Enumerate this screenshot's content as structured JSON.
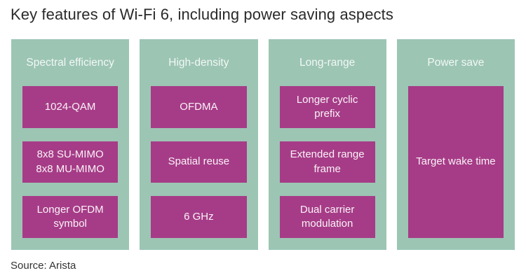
{
  "title": "Key features of Wi-Fi 6, including power saving aspects",
  "source": "Source: Arista",
  "colors": {
    "panel_bg": "#9cc5b4",
    "box_bg": "#a63c87",
    "panel_header_text": "#f2f8f4",
    "box_text": "#faf2f8",
    "title_text": "#2a2a2a",
    "page_bg": "#ffffff"
  },
  "columns": [
    {
      "header": "Spectral efficiency",
      "items": [
        "1024-QAM",
        "8x8 SU-MIMO\n8x8 MU-MIMO",
        "Longer OFDM symbol"
      ]
    },
    {
      "header": "High-density",
      "items": [
        "OFDMA",
        "Spatial reuse",
        "6 GHz"
      ]
    },
    {
      "header": "Long-range",
      "items": [
        "Longer cyclic prefix",
        "Extended range frame",
        "Dual carrier modulation"
      ]
    },
    {
      "header": "Power save",
      "items": [
        "Target wake time"
      ]
    }
  ]
}
